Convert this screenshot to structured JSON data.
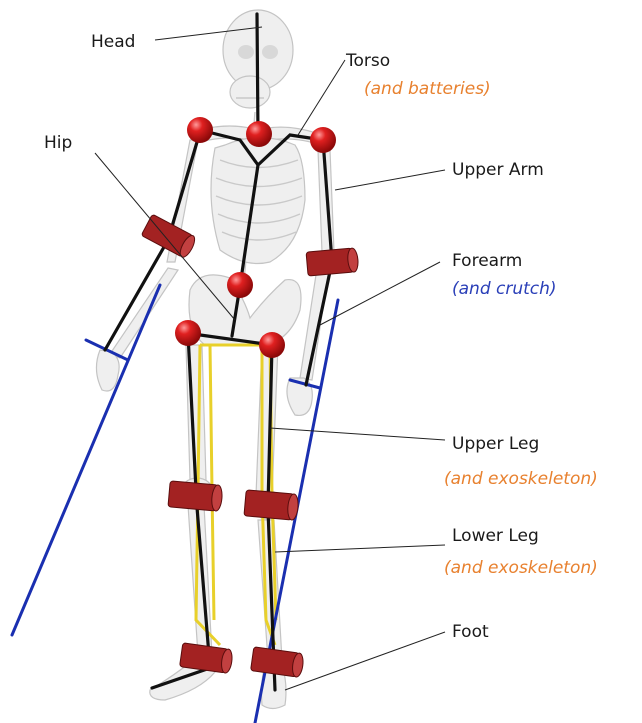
{
  "labels": {
    "head": "Head",
    "torso": "Torso",
    "torso_sub": "(and batteries)",
    "hip": "Hip",
    "upper_arm": "Upper Arm",
    "forearm": "Forearm",
    "forearm_sub": "(and crutch)",
    "upper_leg": "Upper Leg",
    "upper_leg_sub": "(and exoskeleton)",
    "lower_leg": "Lower Leg",
    "lower_leg_sub": "(and exoskeleton)",
    "foot": "Foot"
  },
  "colors": {
    "subtitle_orange": "#e8812f",
    "subtitle_blue": "#2a3fb8",
    "joint_red": "#d81e1e",
    "segment_cylinder": "#a32222",
    "exoskeleton_yellow": "#e8d02a",
    "crutch_blue": "#1a2fb0"
  }
}
